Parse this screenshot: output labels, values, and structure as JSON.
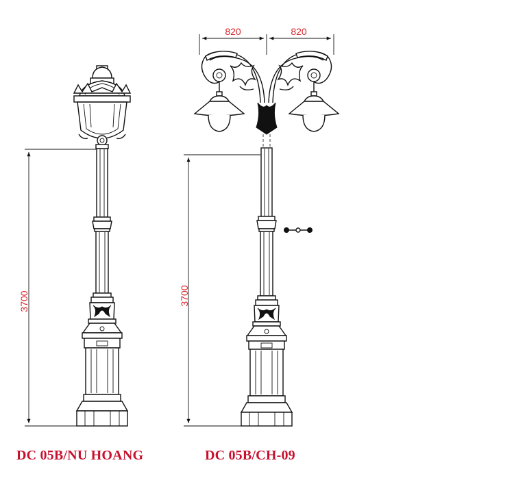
{
  "dimensions": {
    "left_height": "3700",
    "right_height": "3700",
    "arm_left": "820",
    "arm_right": "820"
  },
  "captions": {
    "left_model": "DC 05B/NU HOANG",
    "right_model": "DC 05B/CH-09"
  },
  "colors": {
    "dimension_text": "#d7262a",
    "caption_text": "#c8102e",
    "line": "#111111"
  }
}
